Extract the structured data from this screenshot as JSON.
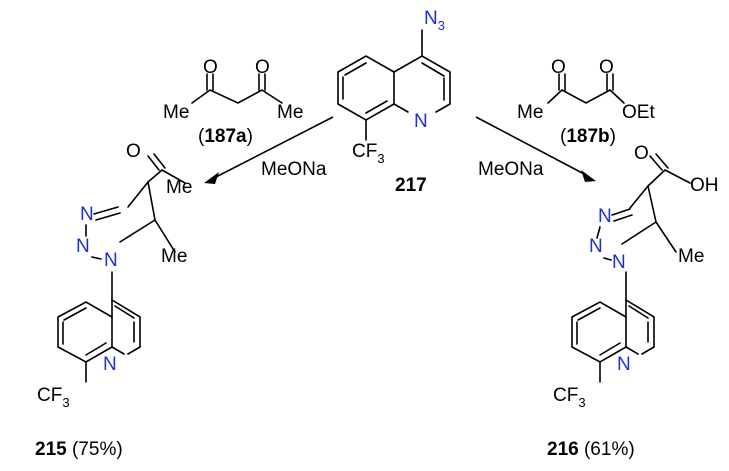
{
  "colors": {
    "nitrogen": "#1f2fd6",
    "carbon": "#000000"
  },
  "atoms": {
    "N": "N",
    "n3": "N",
    "n3_sub": "3",
    "cf3": "CF",
    "cf3_sub": "3",
    "O": "O",
    "Me": "Me",
    "OEt": "OEt",
    "OH": "OH"
  },
  "reagent_a": {
    "label": "187a",
    "open": "(",
    "close": ")"
  },
  "reagent_b": {
    "label": "187b",
    "open": "(",
    "close": ")"
  },
  "conditions": {
    "left": "MeONa",
    "right": "MeONa"
  },
  "start": {
    "label": "217"
  },
  "product_left": {
    "label": "215",
    "yield": "(75%)"
  },
  "product_right": {
    "label": "216",
    "yield": "(61%)"
  }
}
